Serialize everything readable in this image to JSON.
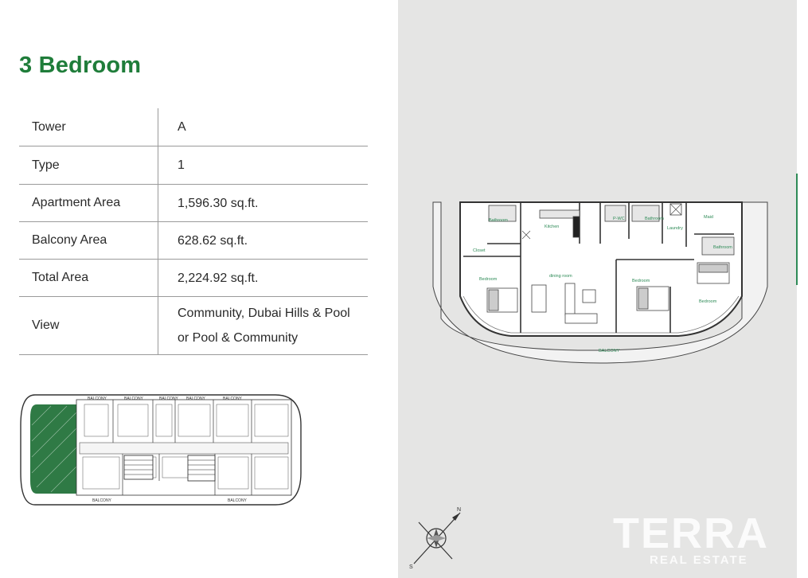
{
  "title": "3 Bedroom",
  "specs": [
    {
      "label": "Tower",
      "value": "A"
    },
    {
      "label": "Type",
      "value": "1"
    },
    {
      "label": "Apartment Area",
      "value": "1,596.30 sq.ft."
    },
    {
      "label": "Balcony Area",
      "value": "628.62 sq.ft."
    },
    {
      "label": "Total Area",
      "value": "2,224.92 sq.ft."
    },
    {
      "label": "View",
      "value_line1": "Community, Dubai Hills & Pool",
      "value_line2": "or Pool & Community"
    }
  ],
  "floor_plan": {
    "rooms": {
      "bathroom_1": "Bathroom",
      "kitchen": "Kitchen",
      "closet": "Closet",
      "bedroom_1": "Bedroom",
      "dining_living": "dining room",
      "wc": "P-WC",
      "bathroom_2": "Bathroom",
      "laundry": "Laundry",
      "maid": "Maid",
      "bathroom_3": "Bathroom",
      "bedroom_2": "Bedroom",
      "bedroom_3": "Bedroom",
      "balcony": "BALCONY"
    }
  },
  "key_plan": {
    "balcony_label": "BALCONY",
    "highlight_color": "#2f7a45"
  },
  "brand": {
    "name": "TERRA",
    "tagline": "REAL ESTATE"
  },
  "colors": {
    "title_green": "#1f7d3a",
    "panel_gray": "#e5e5e4",
    "room_label_green": "#2e8b57"
  }
}
